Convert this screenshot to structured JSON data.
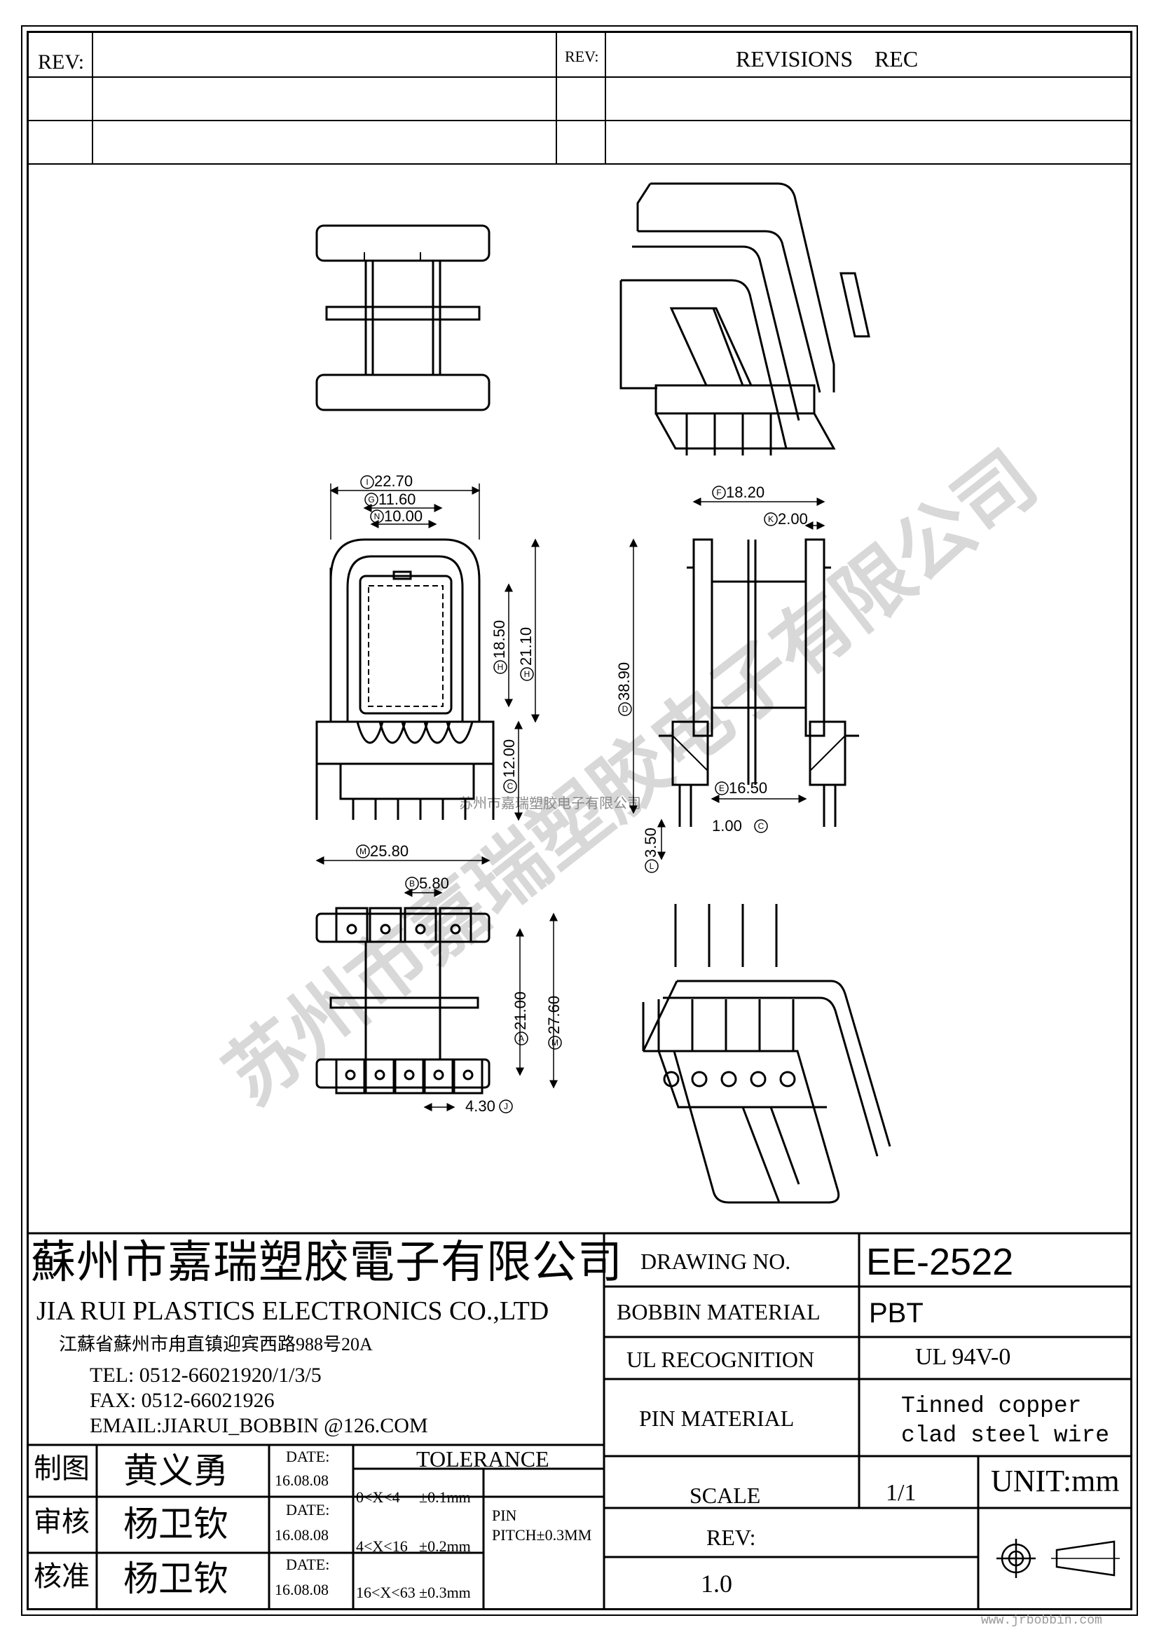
{
  "revision_block": {
    "rev_label_left": "REV:",
    "rev_label_mid": "REV:",
    "revisions_label": "REVISIONS",
    "rec_label": "REC"
  },
  "drawing": {
    "watermark_center": "苏州市嘉瑞塑胶电子有限公司",
    "watermark_diagonal": "苏州市嘉瑞塑胶电子有限公司",
    "dimensions": {
      "I": "22.70",
      "G": "11.60",
      "N": "10.00",
      "H": "21.10",
      "H2": "18.50",
      "C": "12.00",
      "F": "18.20",
      "K": "2.00",
      "D": "38.90",
      "E": "16.50",
      "pin_len": "3.50",
      "pin_dia": "1.00",
      "M": "25.80",
      "B": "5.80",
      "A": "21.00",
      "L": "27.60",
      "J": "4.30"
    },
    "dim_circles": {
      "I": "I",
      "G": "G",
      "N": "N",
      "H": "H",
      "H2": "H",
      "C": "C",
      "F": "F",
      "K": "K",
      "D": "D",
      "E": "E",
      "pin_len": "L",
      "pin_dia": "C",
      "M": "M",
      "B": "B",
      "A": "A",
      "L": "M",
      "J": "J"
    }
  },
  "title_block": {
    "company_cn": "蘇州市嘉瑞塑胶電子有限公司",
    "company_en": "JIA RUI PLASTICS ELECTRONICS CO.,LTD",
    "address": "江蘇省蘇州市甪直镇迎宾西路988号20A",
    "tel": "TEL: 0512-66021920/1/3/5",
    "fax": "FAX: 0512-66021926",
    "email": "EMAIL:JIARUI_BOBBIN @126.COM",
    "drawing_no_label": "DRAWING   NO.",
    "drawing_no": "EE-2522",
    "bobbin_material_label": "BOBBIN  MATERIAL",
    "bobbin_material": "PBT",
    "ul_label": "UL RECOGNITION",
    "ul_value": "UL 94V-0",
    "pin_material_label": "PIN MATERIAL",
    "pin_material_line1": "Tinned copper",
    "pin_material_line2": "clad steel wire",
    "scale_label": "SCALE",
    "scale_value": "1/1",
    "unit": "UNIT:mm",
    "rev_label": "REV:",
    "rev_value": "1.0",
    "tolerance_label": "TOLERANCE",
    "tol_rows": [
      {
        "range": "0<X<4",
        "tol": "±0.1mm"
      },
      {
        "range": "4<X<16",
        "tol": "±0.2mm"
      },
      {
        "range": "16<X<63",
        "tol": "±0.3mm"
      }
    ],
    "pin_pitch_line1": "PIN",
    "pin_pitch_line2": "PITCH±0.3MM",
    "sign_rows": [
      {
        "role": "制图",
        "name": "黄义勇",
        "date_label": "DATE:",
        "date": "16.08.08"
      },
      {
        "role": "审核",
        "name": "杨卫钦",
        "date_label": "DATE:",
        "date": "16.08.08"
      },
      {
        "role": "核准",
        "name": "杨卫钦",
        "date_label": "DATE:",
        "date": "16.08.08"
      }
    ]
  },
  "footer_watermark": "www.jrbobbin.com"
}
